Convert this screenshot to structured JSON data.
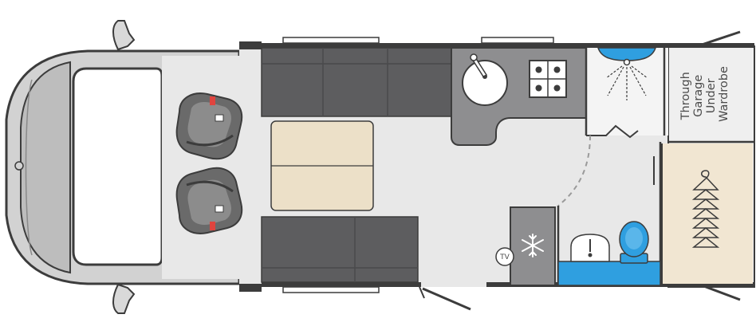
{
  "labels": {
    "garage_wardrobe": [
      "Through",
      "Garage",
      "Under",
      "Wardrobe"
    ],
    "tv": "TV"
  },
  "icons": {
    "fridge": "snowflake-icon",
    "hob": "four-burner-hob-icon",
    "sink": "round-sink-icon",
    "shower": "shower-head-icon",
    "wardrobe": "clothes-hangers-icon",
    "toilet": "toilet-icon",
    "washbasin": "washbasin-icon",
    "seats": "swivel-cab-seat-icon"
  },
  "colors": {
    "wall": "#3c3c3c",
    "floor": "#e8e8e8",
    "upholstery": "#5d5d5f",
    "table": "#ece0c8",
    "worktop": "#8e8e90",
    "washroom_blue": "#2f9fe0",
    "wardrobe_floor": "#f1e6d2"
  }
}
